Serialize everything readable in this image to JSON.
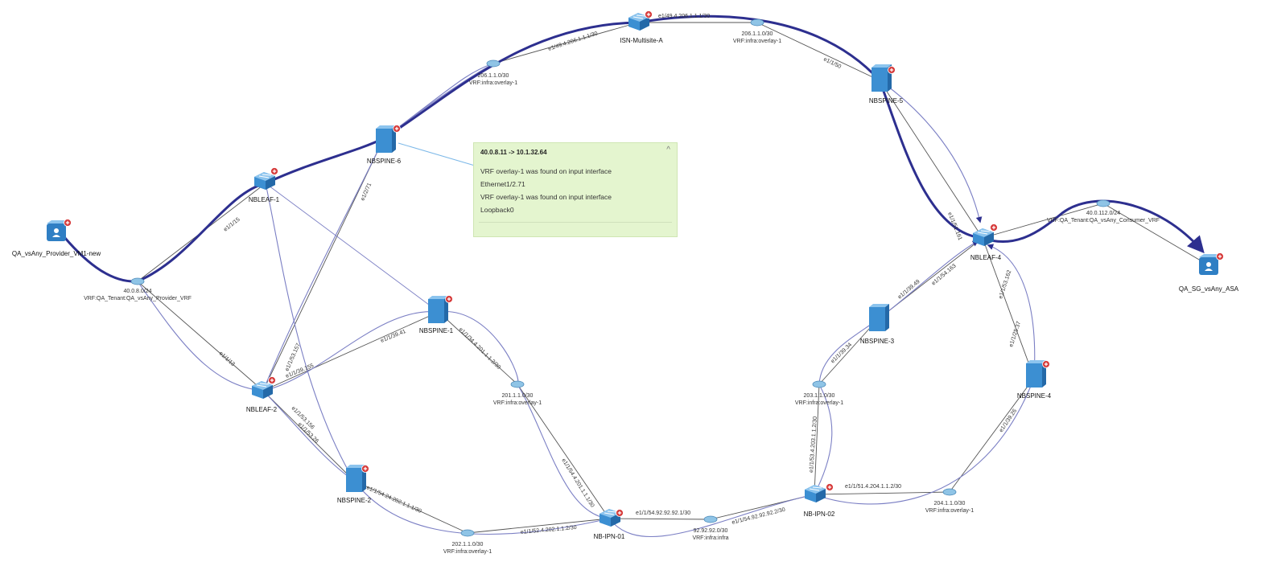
{
  "nodes": {
    "qa_provider": {
      "name": "QA_vsAny_Provider_VM1-new"
    },
    "qa_consumer": {
      "name": "QA_SG_vsAny_ASA"
    },
    "nbleaf1": {
      "name": "NBLEAF-1"
    },
    "nbleaf2": {
      "name": "NBLEAF-2"
    },
    "nbleaf4": {
      "name": "NBLEAF-4"
    },
    "nbspine1": {
      "name": "NBSPINE-1"
    },
    "nbspine2": {
      "name": "NBSPINE-2"
    },
    "nbspine3": {
      "name": "NBSPINE-3"
    },
    "nbspine4": {
      "name": "NBSPINE-4"
    },
    "nbspine5": {
      "name": "NBSPINE-5"
    },
    "nbspine6": {
      "name": "NBSPINE-6"
    },
    "isn": {
      "name": "ISN-Multisite-A"
    },
    "ipn01": {
      "name": "NB-IPN-01"
    },
    "ipn02": {
      "name": "NB-IPN-02"
    }
  },
  "subnets": {
    "provider_vrf": {
      "ip": "40.0.8.0/24",
      "vrf": "VRF:QA_Tenant:QA_vsAny_Provider_VRF"
    },
    "consumer_vrf": {
      "ip": "40.0.112.0/24",
      "vrf": "VRF:QA_Tenant:QA_vsAny_Consumer_VRF"
    },
    "s206_left": {
      "ip": "206.1.1.0/30",
      "vrf": "VRF:infra:overlay-1"
    },
    "s206_right": {
      "ip": "206.1.1.0/30",
      "vrf": "VRF:infra:overlay-1"
    },
    "s201": {
      "ip": "201.1.1.0/30",
      "vrf": "VRF:infra:overlay-1"
    },
    "s202": {
      "ip": "202.1.1.0/30",
      "vrf": "VRF:infra:overlay-1"
    },
    "s203": {
      "ip": "203.1.1.0/30",
      "vrf": "VRF:infra:overlay-1"
    },
    "s204": {
      "ip": "204.1.1.0/30",
      "vrf": "VRF:infra:overlay-1"
    },
    "s92": {
      "ip": "92.92.92.0/30",
      "vrf": "VRF:infra:infra"
    }
  },
  "link_labels": {
    "l1": "e1/49.4.206.1.1.1/30",
    "l2": "e1/49.4.206.1.1.1/30",
    "l3": "e1/1/50",
    "l4": "e1/1/15",
    "l5": "e1/2/71",
    "l6": "e1/1/13",
    "l7": "e1/1/53.157",
    "l8": "e1/1/39.155",
    "l9": "e1/1/39.41",
    "l10": "e1/1/53.156",
    "l11": "e1/1/53.26",
    "l12": "e1/1/34.4.201.1.1.2/30",
    "l13": "e1/1/54.24.202.1.1.1/30",
    "l14": "e1/1/52.4.202.1.1.2/30",
    "l15": "e1/1/54.4.201.1.1.1/30",
    "l16": "e1/1/54.92.92.92.1/30",
    "l17": "e1/1/54.92.92.92.2/30",
    "l18": "e1/1/53.4.203.1.1.2/30",
    "l19": "e1/1/39.34",
    "l20": "e1/1/39.49",
    "l21": "e1/1/54.163",
    "l22": "e1/1/53.162",
    "l23": "e1/1/25.37",
    "l24": "e1/1/39.26",
    "l25": "e1/1/51.4.204.1.1.2/30",
    "l26": "e1/1/51.161"
  },
  "tooltip": {
    "title": "40.0.8.11 -> 10.1.32.64",
    "close": "^",
    "lines": [
      "VRF overlay-1 was found on input interface",
      "Ethernet1/2.71",
      "VRF overlay-1 was found on input interface",
      "Loopback0"
    ]
  },
  "colors": {
    "path": "#2d2f8f",
    "path_light": "#7b7fc4",
    "link": "#555555",
    "device": "#2f7fc4",
    "badge": "#d63a3a",
    "tooltip_bg": "#e4f5cf"
  },
  "icons": {
    "device": "switch-icon",
    "router": "router-icon",
    "endpoint": "server-icon",
    "subnet": "subnet-icon",
    "badge": "alert-badge-icon"
  }
}
